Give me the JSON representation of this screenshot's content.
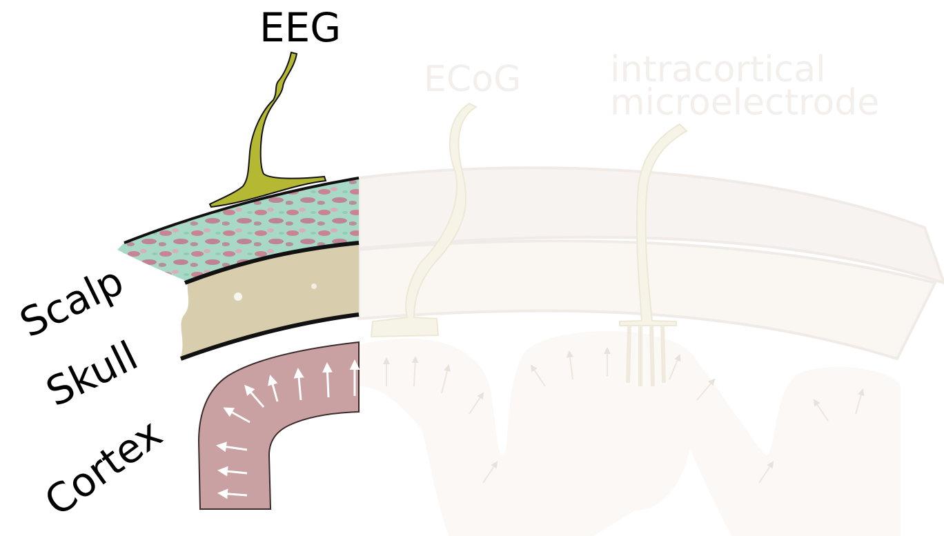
{
  "labels": {
    "eeg": "EEG",
    "ecog": "ECoG",
    "intracortical_line1": "intracortical",
    "intracortical_line2": "microelectrode",
    "scalp": "Scalp",
    "skull": "Skull",
    "cortex": "Cortex"
  },
  "colors": {
    "electrode": "#b5b832",
    "scalp_green": "#a6d6c3",
    "scalp_red": "#cf6f86",
    "skull": "#d9cfae",
    "cortex": "#c9a2a4",
    "outline": "#111111",
    "faded": "#f1ede6"
  }
}
